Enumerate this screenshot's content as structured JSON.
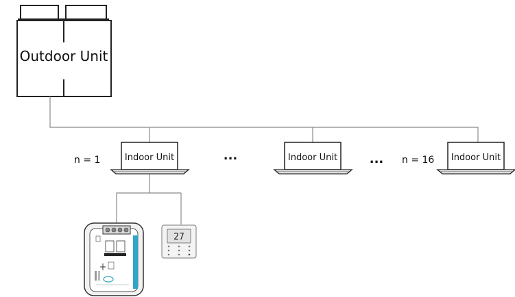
{
  "outdoor_unit": {
    "label": "Outdoor Unit"
  },
  "indoor_units": [
    {
      "label": "Indoor Unit",
      "n_label": "n = 1"
    },
    {
      "label": "Indoor Unit",
      "n_label": ""
    },
    {
      "label": "Indoor Unit",
      "n_label": "n = 16"
    }
  ],
  "ellipses": [
    "...",
    "..."
  ],
  "thermostat": {
    "display": "27"
  },
  "colors": {
    "line": "#8a8a8a",
    "stroke": "#222222",
    "accent": "#2fa6c6"
  }
}
